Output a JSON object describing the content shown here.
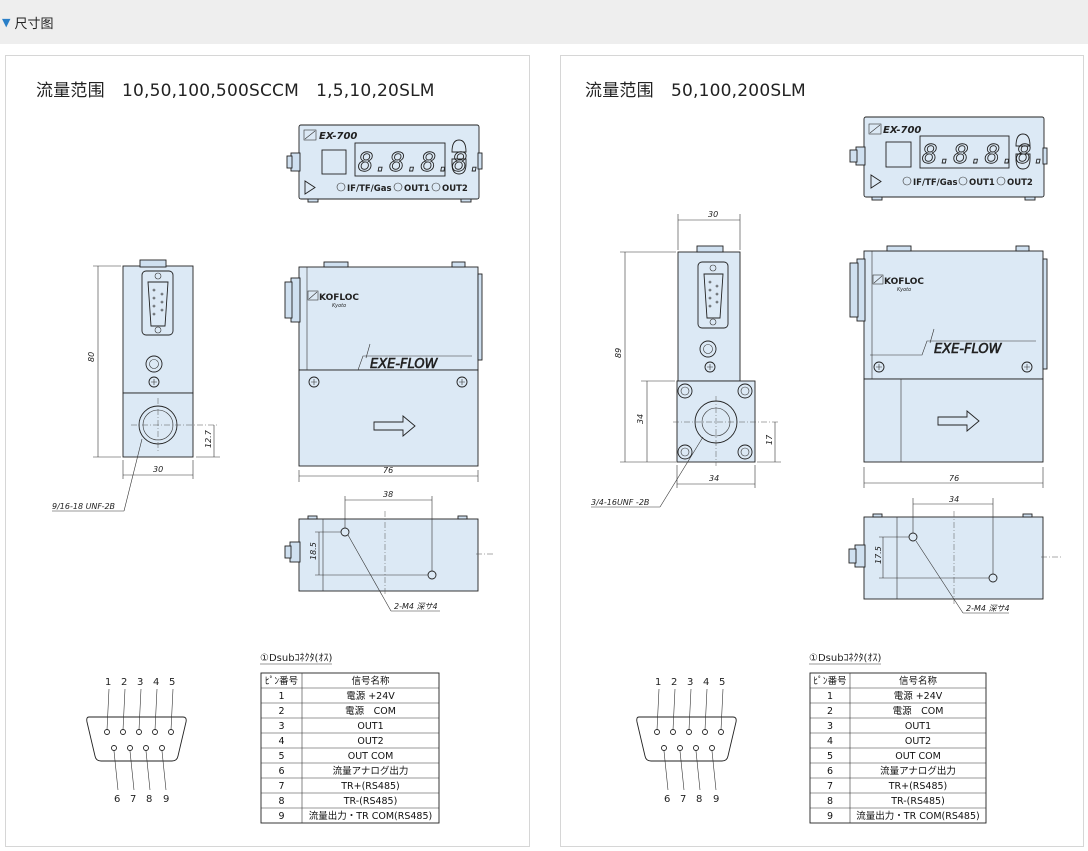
{
  "header": {
    "title": "尺寸图",
    "triangle": "▼"
  },
  "left": {
    "title": "流量范围　10,50,100,500SCCM　1,5,10,20SLM",
    "front": {
      "model": "EX-700",
      "digits": "8.8.8.8.",
      "indicators": [
        "IF/TF/Gas",
        "OUT1",
        "OUT2"
      ]
    },
    "side": {
      "brand": "KOFLOC",
      "brand_sub": "Kyoto",
      "product": "EXE-FLOW"
    },
    "dims": {
      "height": "80",
      "port_h": "12.7",
      "width": "30",
      "length": "76",
      "hole_span": "38",
      "hole_off": "18.5"
    },
    "port_thread": "9/16-18 UNF-2B",
    "mount_holes": "2-M4 深サ4",
    "connector_title": "①Dsubｺﾈｸﾀ(ｵｽ)"
  },
  "right": {
    "title": "流量范围　50,100,200SLM",
    "front": {
      "model": "EX-700",
      "digits": "8.8.8.8.",
      "indicators": [
        "IF/TF/Gas",
        "OUT1",
        "OUT2"
      ]
    },
    "side": {
      "brand": "KOFLOC",
      "brand_sub": "Kyoto",
      "product": "EXE-FLOW"
    },
    "dims": {
      "width": "30",
      "height": "89",
      "block_h": "34",
      "port_h": "17",
      "block_w": "34",
      "length": "76",
      "hole_span": "34",
      "hole_off": "17.5"
    },
    "port_thread": "3/4-16UNF -2B",
    "mount_holes": "2-M4 深サ4",
    "connector_title": "①Dsubｺﾈｸﾀ(ｵｽ)"
  },
  "connector": {
    "top_pins": [
      "1",
      "2",
      "3",
      "4",
      "5"
    ],
    "bottom_pins": [
      "6",
      "7",
      "8",
      "9"
    ]
  },
  "pin_table": {
    "headers": [
      "ﾋﾟﾝ番号",
      "信号名称"
    ],
    "rows": [
      [
        "1",
        "電源 +24V"
      ],
      [
        "2",
        "電源　COM"
      ],
      [
        "3",
        "OUT1"
      ],
      [
        "4",
        "OUT2"
      ],
      [
        "5",
        "OUT COM"
      ],
      [
        "6",
        "流量アナログ出力"
      ],
      [
        "7",
        "TR+(RS485)"
      ],
      [
        "8",
        "TR-(RS485)"
      ],
      [
        "9",
        "流量出力・TR COM(RS485)"
      ]
    ]
  },
  "colors": {
    "device_fill": "#dce9f5",
    "accent": "#2a7fc8",
    "header_bg": "#eeeeee"
  }
}
